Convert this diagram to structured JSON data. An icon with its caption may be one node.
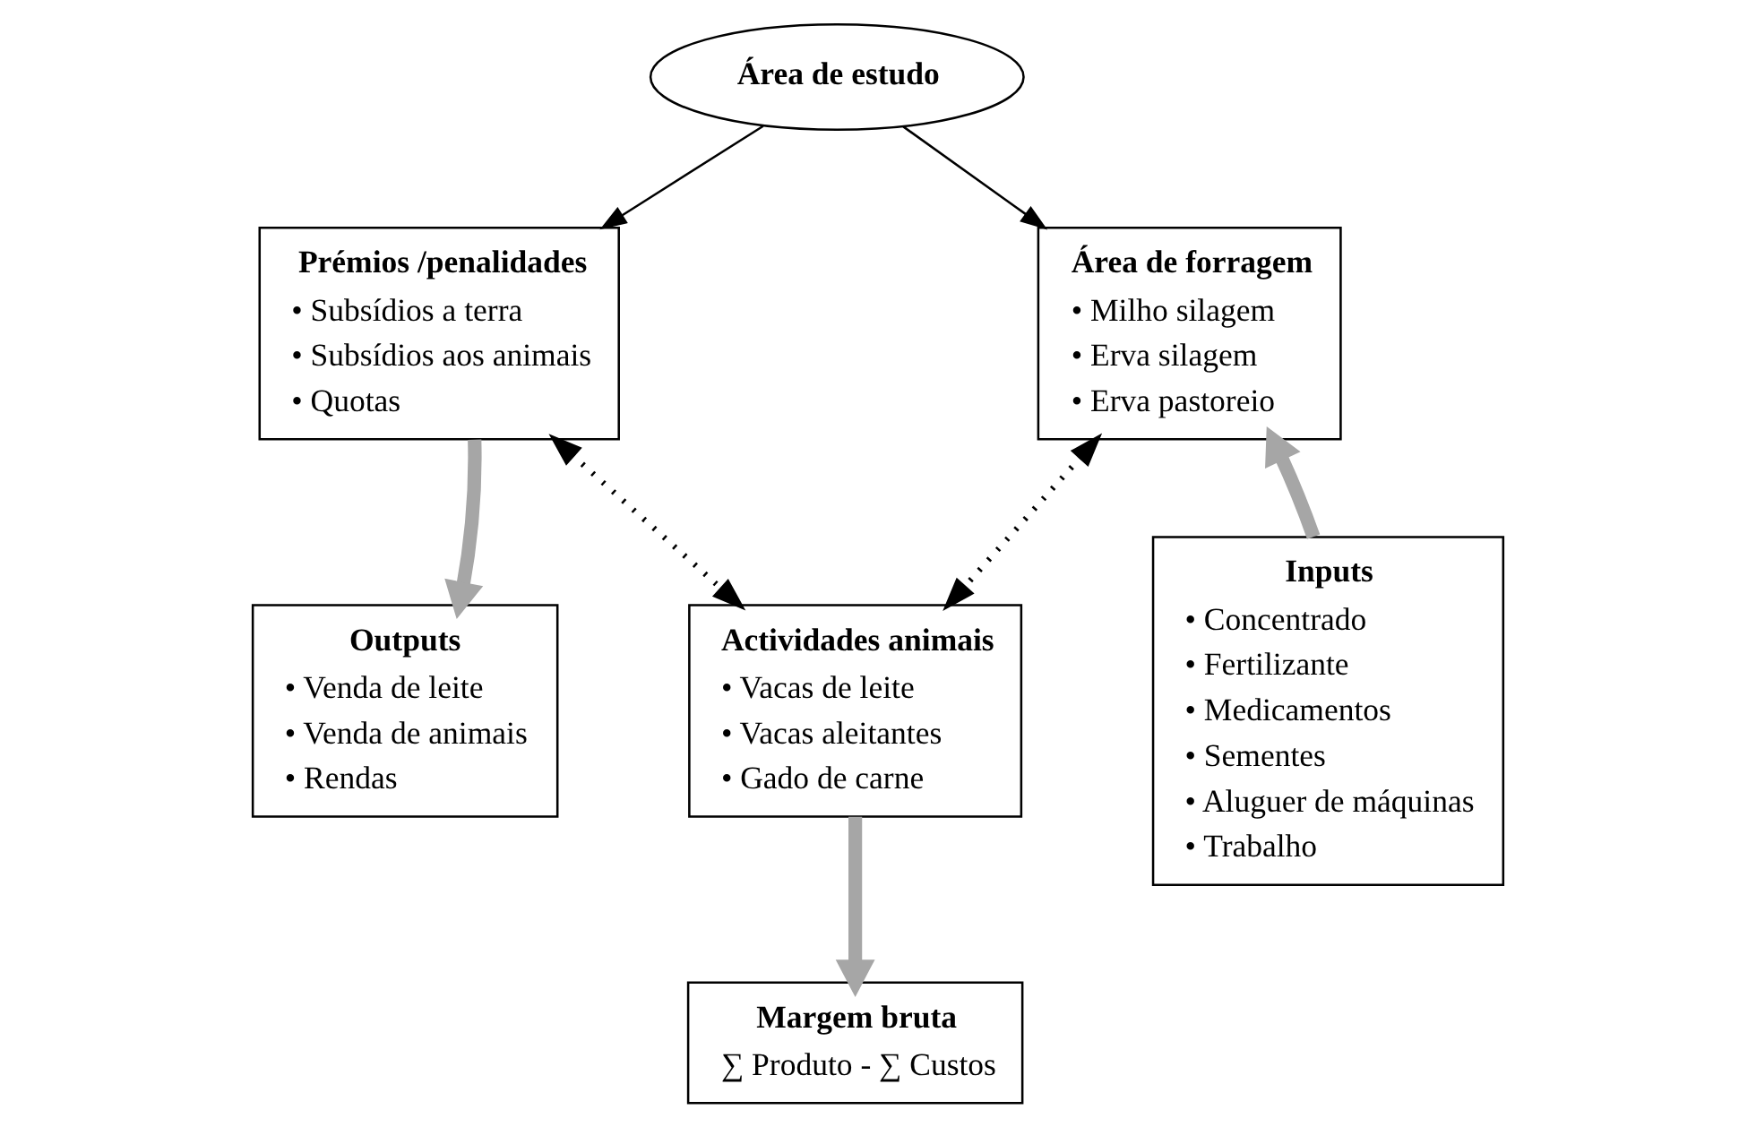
{
  "diagram": {
    "nodes": [
      {
        "text": [
          "Área de estudo"
        ]
      },
      {
        "text": [
          "Prémios /penalidades",
          "• Subsídios a terra",
          "• Subsídios aos animais",
          "• Quotas"
        ]
      },
      {
        "text": [
          "Área de forragem",
          "• Milho silagem",
          "• Erva silagem",
          "• Erva pastoreio"
        ]
      },
      {
        "text": [
          "Actividades animais",
          "• Vacas de leite",
          "• Vacas aleitantes",
          "• Gado de carne"
        ]
      },
      {
        "text": [
          "Outputs",
          "• Venda de leite",
          "• Venda de animais",
          "• Rendas"
        ]
      },
      {
        "text": [
          "Inputs",
          "• Concentrado",
          "• Fertilizante",
          "• Medicamentos",
          "• Sementes",
          "• Aluguer de máquinas",
          "• Trabalho"
        ]
      },
      {
        "text": [
          "Margem bruta",
          "∑ Produto - ∑ Custos"
        ]
      }
    ],
    "edges": [
      {
        "from": 0,
        "to": 1,
        "arrow": "to"
      },
      {
        "from": 0,
        "to": 2,
        "arrow": "to"
      },
      {
        "from": 1,
        "to": 3,
        "arrow": "both",
        "style": "dashed"
      },
      {
        "from": 2,
        "to": 3,
        "arrow": "both",
        "style": "dashed"
      },
      {
        "from": 1,
        "to": 4,
        "arrow": "to",
        "style": "thick",
        "color": "#a6a6a6"
      },
      {
        "from": 5,
        "to": 2,
        "arrow": "to",
        "style": "thick",
        "color": "#a6a6a6"
      },
      {
        "from": 3,
        "to": 6,
        "arrow": "to",
        "style": "thick",
        "color": "#a6a6a6"
      }
    ]
  }
}
